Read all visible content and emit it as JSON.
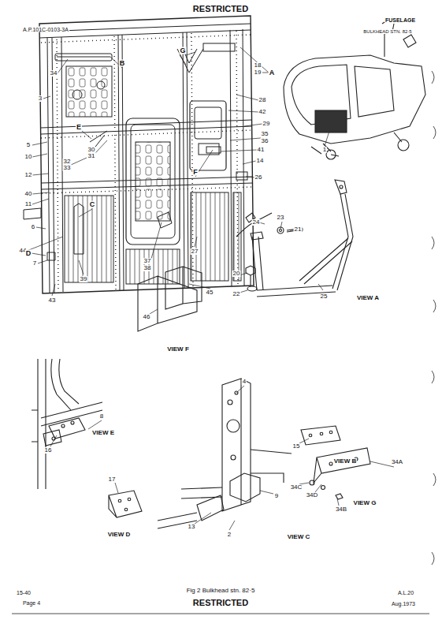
{
  "diagram": {
    "caption": "Fig 2 Bulkhead stn. 82·5",
    "labels": [
      "RESTRICTED",
      "A.P.101C-0103-3A",
      "FUSELAGE",
      "BULKHEAD STN. 82·5",
      "34",
      "B",
      "G",
      "18",
      "19",
      "A",
      "3",
      "28",
      "42",
      "E",
      "29",
      "35",
      "36",
      "5",
      "30",
      "31",
      "41",
      "10",
      "32",
      "33",
      "14",
      "12",
      "F",
      "40",
      "26",
      "11",
      "C",
      "6",
      "44",
      "37",
      "38",
      "27",
      "D",
      "7",
      "39",
      "43",
      "1",
      "24",
      "23",
      "21",
      "20",
      "22",
      "25",
      "VIEW A",
      "45",
      "46",
      "VIEW F",
      "8",
      "16",
      "VIEW E",
      "4",
      "15",
      "VIEW B",
      "34A",
      "34C",
      "34D",
      "34B",
      "VIEW G",
      "17",
      "VIEW D",
      "13",
      "2",
      "9",
      "VIEW C",
      "15-40",
      "Page 4",
      "A.L.20",
      "RESTRICTED",
      "Aug.1973"
    ]
  }
}
